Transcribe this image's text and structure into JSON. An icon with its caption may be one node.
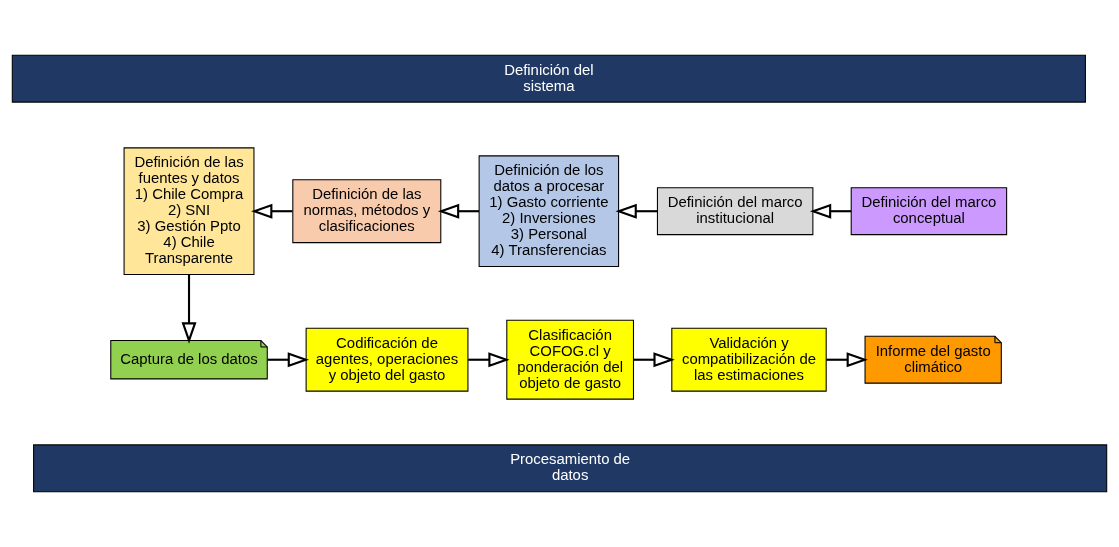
{
  "diagram": {
    "nodes": [
      {
        "text": [
          "Definición del sistema"
        ]
      },
      {
        "text": [
          "Definición de las fuentes y datos",
          "1) Chile Compra",
          "2) SNI",
          "3) Gestión Ppto",
          "4) Chile Transparente"
        ]
      },
      {
        "text": [
          "Definición de las normas, métodos y clasificaciones"
        ]
      },
      {
        "text": [
          "Definición de los datos a procesar",
          "1) Gasto corriente",
          "2) Inversiones",
          "3) Personal",
          "4) Transferencias"
        ]
      },
      {
        "text": [
          "Definición del marco institucional"
        ]
      },
      {
        "text": [
          "Definición del marco conceptual"
        ]
      },
      {
        "text": [
          "Captura de los datos"
        ]
      },
      {
        "text": [
          "Codificación de agentes, operaciones y objeto del gasto"
        ]
      },
      {
        "text": [
          "Clasificación COFOG.cl y ponderación del objeto de gasto"
        ]
      },
      {
        "text": [
          "Validación y compatibilización de las estimaciones"
        ]
      },
      {
        "text": [
          "Informe del gasto climático"
        ]
      },
      {
        "text": [
          "Procesamiento de datos"
        ]
      }
    ],
    "edges": [
      {
        "from": 5,
        "to": 4,
        "arrow": "to"
      },
      {
        "from": 4,
        "to": 3,
        "arrow": "to"
      },
      {
        "from": 3,
        "to": 2,
        "arrow": "to"
      },
      {
        "from": 2,
        "to": 1,
        "arrow": "to"
      },
      {
        "from": 1,
        "to": 6,
        "arrow": "to"
      },
      {
        "from": 6,
        "to": 7,
        "arrow": "to"
      },
      {
        "from": 7,
        "to": 8,
        "arrow": "to"
      },
      {
        "from": 8,
        "to": 9,
        "arrow": "to"
      },
      {
        "from": 9,
        "to": 10,
        "arrow": "to"
      }
    ]
  }
}
